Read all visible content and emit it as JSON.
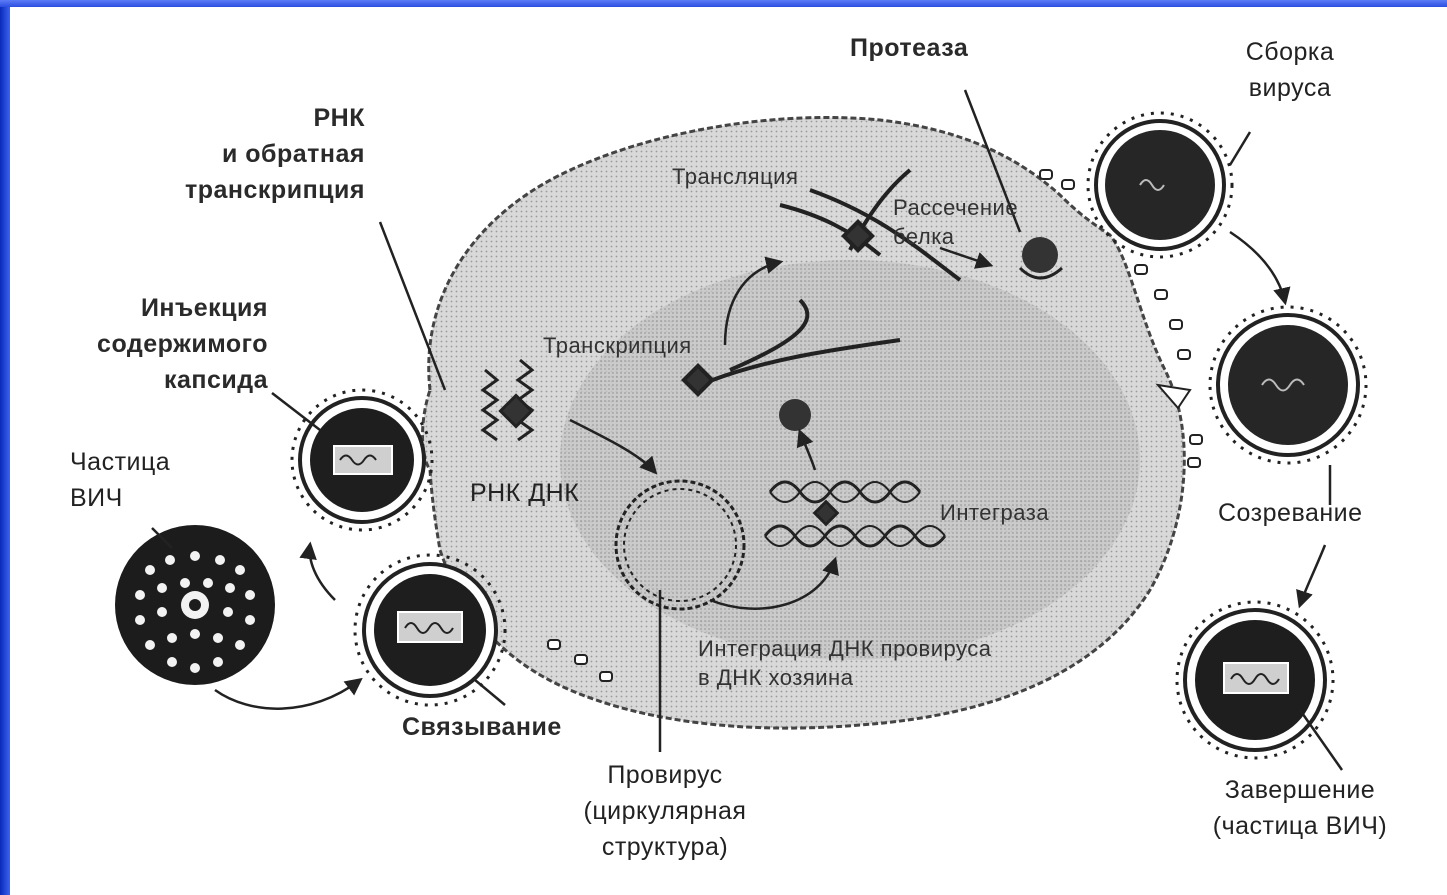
{
  "labels": {
    "protease": "Протеаза",
    "assembly": [
      "Сборка",
      "вируса"
    ],
    "rna_rt": [
      "РНК",
      "и обратная",
      "транскрипция"
    ],
    "translation": "Трансляция",
    "cleavage": [
      "Рассечение",
      "белка"
    ],
    "injection": [
      "Инъекция",
      "содержимого",
      "капсида"
    ],
    "transcription": "Транскрипция",
    "hiv_particle": [
      "Частица",
      "ВИЧ"
    ],
    "rna_dna": "РНК ДНК",
    "integrase": "Интеграза",
    "maturation": "Созревание",
    "integration": [
      "Интеграция ДНК провируса",
      "в ДНК хозяина"
    ],
    "binding": "Связывание",
    "provirus": [
      "Провирус",
      "(циркулярная",
      "структура)"
    ],
    "completion": [
      "Завершение",
      "(частица ВИЧ)"
    ]
  },
  "colors": {
    "background_frame": "#1f3fd6",
    "cell_fill": "#d6d6d6",
    "nucleus_fill": "#c4c4c4",
    "ink": "#222222"
  }
}
